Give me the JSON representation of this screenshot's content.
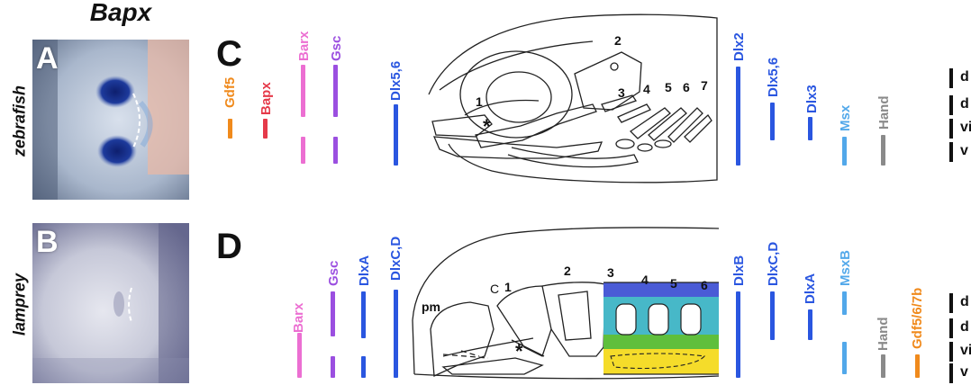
{
  "figure": {
    "gene_title": "Bapx",
    "panel_A": {
      "letter": "A",
      "species": "zebrafish"
    },
    "panel_B": {
      "letter": "B",
      "species": "lamprey"
    },
    "panel_C": {
      "letter": "C",
      "genes": [
        "Gdf5",
        "Bapx",
        "Barx",
        "Gsc",
        "Dlx5,6",
        "Dlx2",
        "Dlx5,6",
        "Dlx3",
        "Msx",
        "Hand"
      ],
      "arch_numbers": [
        "1",
        "2",
        "3",
        "4",
        "5",
        "6",
        "7"
      ],
      "asterisk": "*",
      "row_labels": [
        "d",
        "d",
        "vi",
        "v"
      ]
    },
    "panel_D": {
      "letter": "D",
      "genes": [
        "Barx",
        "Gsc",
        "DlxA",
        "DlxC,D",
        "DlxB",
        "DlxC,D",
        "DlxA",
        "MsxB",
        "Hand",
        "Gdf5/6/7b"
      ],
      "arch_numbers": [
        "1",
        "2",
        "3",
        "4",
        "5",
        "6"
      ],
      "pm_label": "pm",
      "c_label": "C",
      "asterisk": "*",
      "row_labels": [
        "d",
        "d",
        "vi",
        "v"
      ]
    },
    "colors": {
      "orange": "#f08a1c",
      "red": "#e53a4a",
      "pink": "#ec6fd2",
      "purple": "#9b4fe0",
      "blue": "#2a56e0",
      "lightblue": "#52a8ea",
      "gray": "#8a8a8a",
      "arch_blue": "#4a5bd6",
      "arch_teal": "#47b8c8",
      "arch_green": "#5fbf3c",
      "arch_yellow": "#f5dc2a"
    }
  }
}
